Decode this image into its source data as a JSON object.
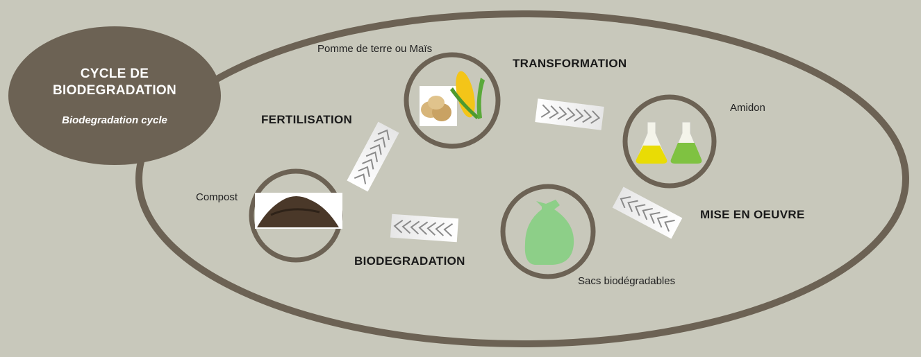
{
  "title": {
    "line1": "CYCLE DE",
    "line2": "BIODEGRADATION",
    "subtitle": "Biodegradation cycle"
  },
  "stages": {
    "fertilisation": "FERTILISATION",
    "transformation": "TRANSFORMATION",
    "mise_en_oeuvre": "MISE EN OEUVRE",
    "biodegradation": "BIODEGRADATION"
  },
  "items": {
    "potato_corn": "Pomme de terre ou Maïs",
    "starch": "Amidon",
    "bags": "Sacs biodégradables",
    "compost": "Compost"
  },
  "colors": {
    "background": "#c8c8bb",
    "ring": "#6c6254",
    "title_fill": "#6c6254",
    "starch_yellow": "#e9dc05",
    "starch_green": "#7fc241",
    "bag_green": "#8dcf88",
    "compost_brown": "#4a3829"
  }
}
